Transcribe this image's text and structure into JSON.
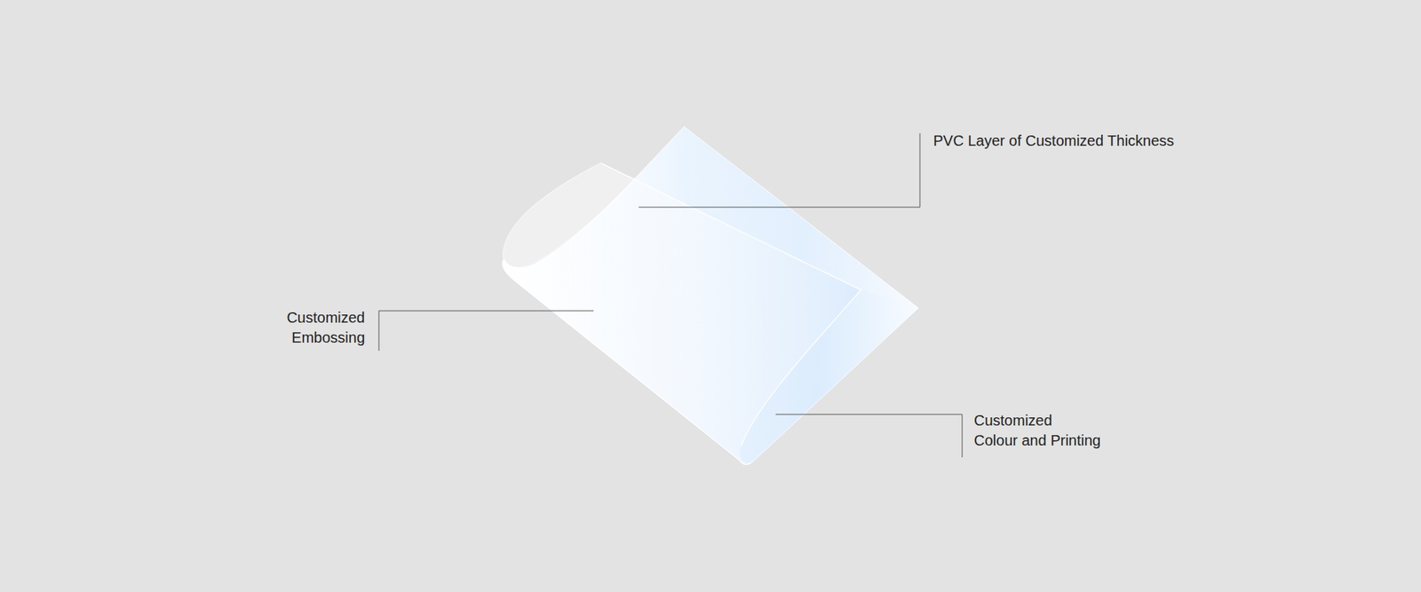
{
  "diagram": {
    "labels": [
      "PVC Layer of Customized Thickness",
      "Customized Embossing",
      "Customized Colour and Printing"
    ]
  }
}
